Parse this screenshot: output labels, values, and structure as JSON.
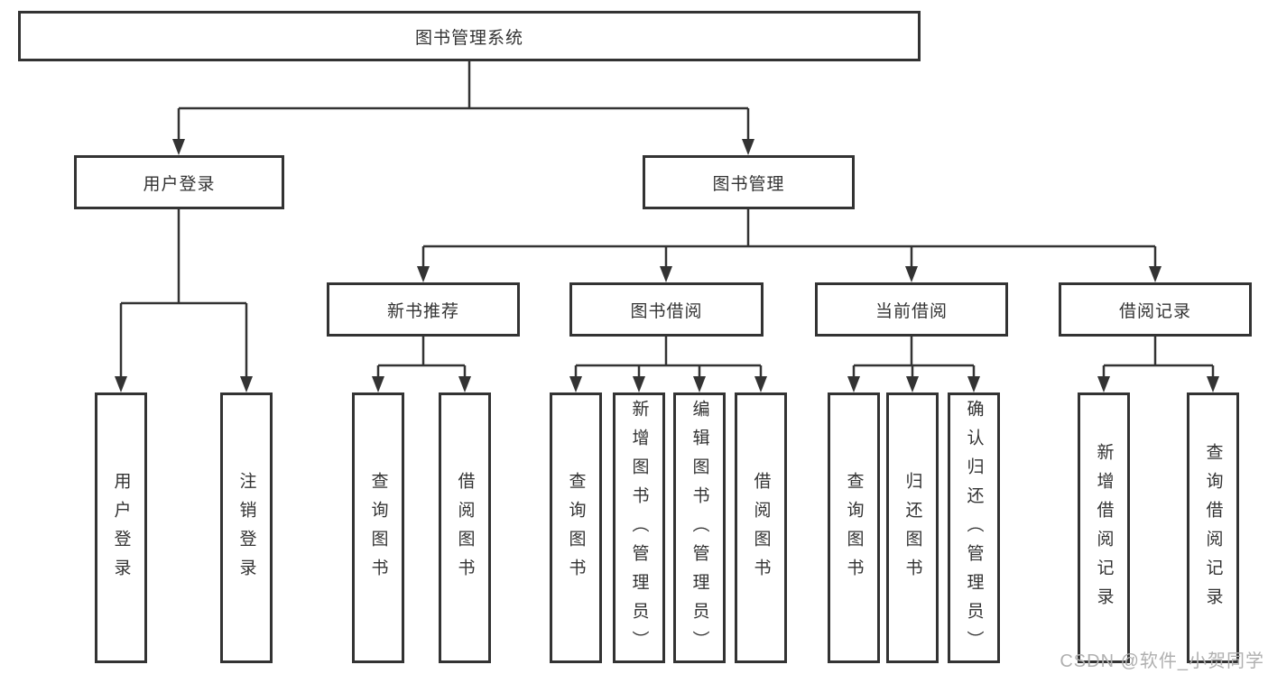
{
  "diagram_title": "图书管理系统",
  "tree": {
    "label": "图书管理系统",
    "children": [
      {
        "label": "用户登录",
        "children": [
          {
            "label": "用户登录"
          },
          {
            "label": "注销登录"
          }
        ]
      },
      {
        "label": "图书管理",
        "children": [
          {
            "label": "新书推荐",
            "children": [
              {
                "label": "查询图书"
              },
              {
                "label": "借阅图书"
              }
            ]
          },
          {
            "label": "图书借阅",
            "children": [
              {
                "label": "查询图书"
              },
              {
                "label": "新增图书（管理员）"
              },
              {
                "label": "编辑图书（管理员）"
              },
              {
                "label": "借阅图书"
              }
            ]
          },
          {
            "label": "当前借阅",
            "children": [
              {
                "label": "查询图书"
              },
              {
                "label": "归还图书"
              },
              {
                "label": "确认归还（管理员）"
              }
            ]
          },
          {
            "label": "借阅记录",
            "children": [
              {
                "label": "新增借阅记录"
              },
              {
                "label": "查询借阅记录"
              }
            ]
          }
        ]
      }
    ]
  },
  "watermark": "CSDN @软件_小贺同学",
  "colors": {
    "line": "#333333",
    "text": "#333333",
    "background": "#ffffff",
    "watermark": "#b0b0b0"
  }
}
